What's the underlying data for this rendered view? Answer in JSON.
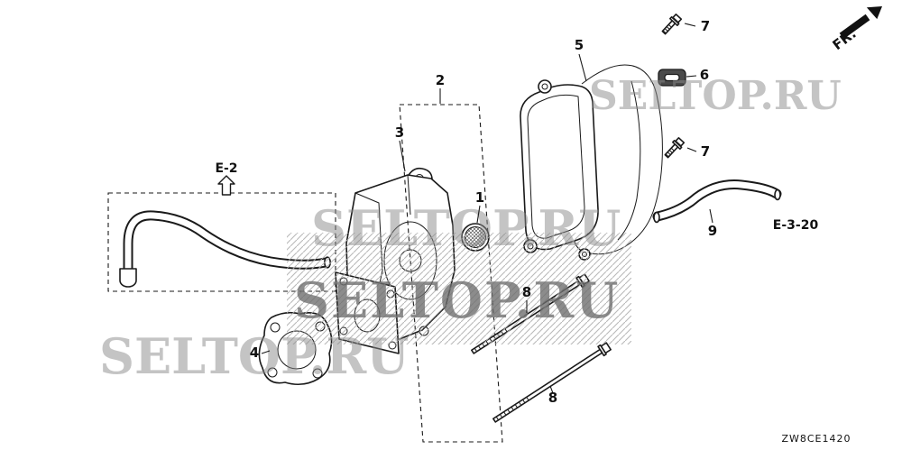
{
  "diagram": {
    "code": "ZW8CE1420",
    "direction_label": "FR.",
    "watermark": "SELTOP.RU",
    "references": {
      "e2": "E-2",
      "e3_20": "E-3-20"
    },
    "callouts": {
      "n1": "1",
      "n2": "2",
      "n3": "3",
      "n4": "4",
      "n5": "5",
      "n6": "6",
      "n7a": "7",
      "n7b": "7",
      "n8a": "8",
      "n8b": "8",
      "n9": "9"
    }
  }
}
